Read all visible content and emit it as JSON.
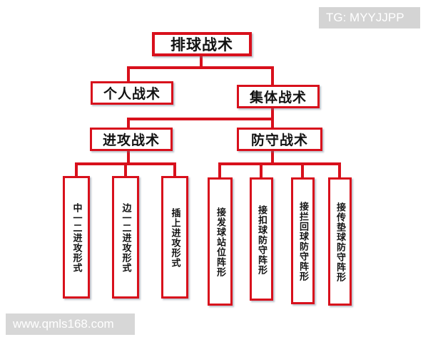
{
  "diagram": {
    "root": "排球战术",
    "level1": [
      "个人战术",
      "集体战术"
    ],
    "level2": [
      "进攻战术",
      "防守战术"
    ],
    "attack_leaves": [
      "中一二进攻形式",
      "边一二进攻形式",
      "插上进攻形式"
    ],
    "defense_leaves": [
      "接发球站位阵形",
      "接扣球防守阵形",
      "接拦回球防守阵形",
      "接传垫球防守阵形"
    ],
    "line_color": "#d8101c",
    "border_color": "#d8101c"
  },
  "watermarks": {
    "top": "TG: MYYJJPP",
    "bottom": "www.qmls168.com"
  }
}
